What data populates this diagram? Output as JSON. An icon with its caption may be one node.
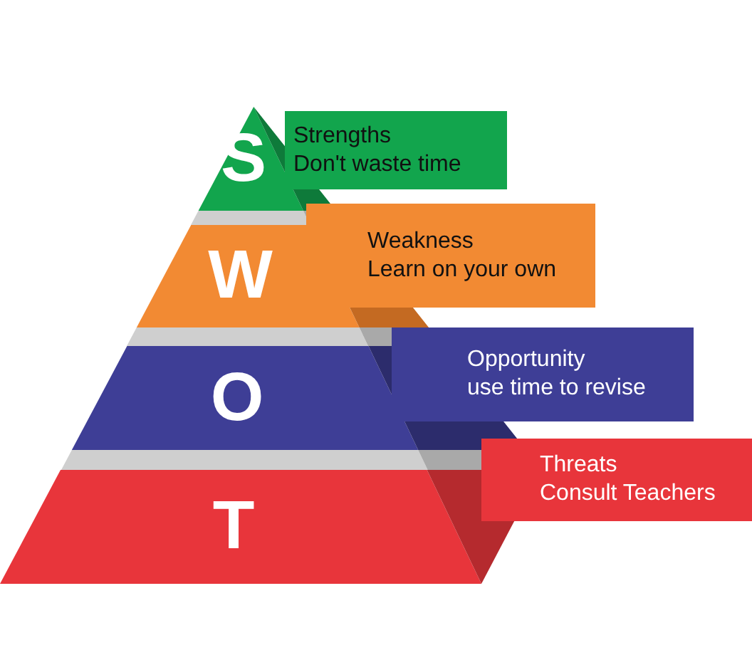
{
  "diagram": {
    "nodes": [
      {
        "text": [
          "S"
        ]
      },
      {
        "text": [
          "Strengths",
          "Don't waste time"
        ]
      },
      {
        "text": [
          "W"
        ]
      },
      {
        "text": [
          "Weakness",
          "Learn on your own"
        ]
      },
      {
        "text": [
          "O"
        ]
      },
      {
        "text": [
          "Opportunity",
          "use time to revise"
        ]
      },
      {
        "text": [
          "T"
        ]
      },
      {
        "text": [
          "Threats",
          "Consult Teachers"
        ]
      }
    ]
  }
}
